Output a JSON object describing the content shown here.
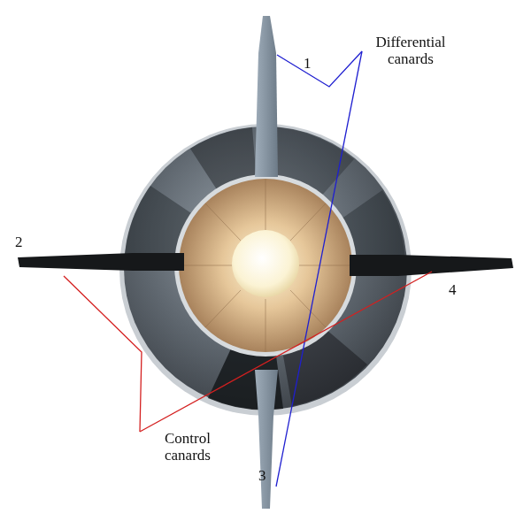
{
  "diagram": {
    "labels": [
      "1",
      "Differential canards",
      "2",
      "4",
      "Control canards",
      "3"
    ]
  }
}
